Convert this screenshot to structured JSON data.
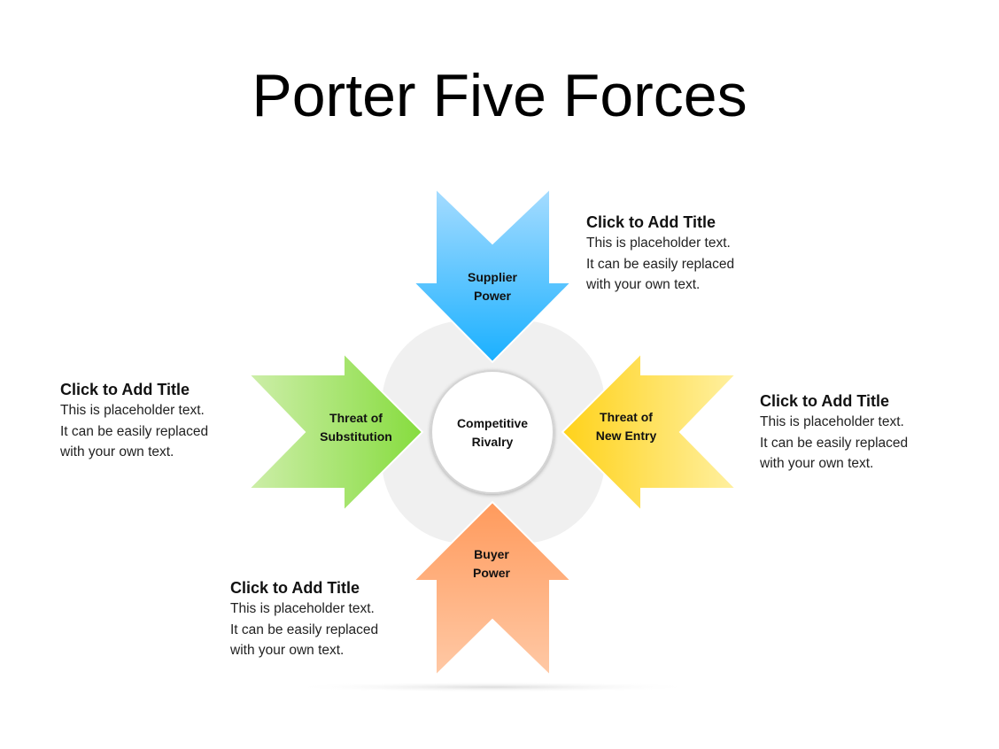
{
  "title": "Porter Five Forces",
  "hub": {
    "line1": "Competitive",
    "line2": "Rivalry"
  },
  "forces": {
    "supplier": {
      "line1": "Supplier",
      "line2": "Power",
      "color": "#1ab0ff"
    },
    "substitution": {
      "line1": "Threat of",
      "line2": "Substitution",
      "color": "#8edc4a"
    },
    "new_entry": {
      "line1": "Threat of",
      "line2": "New Entry",
      "color": "#ffd21a"
    },
    "buyer": {
      "line1": "Buyer",
      "line2": "Power",
      "color": "#ff9e66"
    }
  },
  "notes": {
    "top_right": {
      "title": "Click to Add Title",
      "line1": "This is placeholder text.",
      "line2": "It can be easily replaced",
      "line3": "with your own text."
    },
    "left": {
      "title": "Click to Add Title",
      "line1": "This is placeholder text.",
      "line2": "It can be easily replaced",
      "line3": "with your own text."
    },
    "right": {
      "title": "Click to Add Title",
      "line1": "This is placeholder text.",
      "line2": "It can be easily replaced",
      "line3": "with your own text."
    },
    "bottom_left": {
      "title": "Click to Add Title",
      "line1": "This is placeholder text.",
      "line2": "It can be easily replaced",
      "line3": "with your own text."
    }
  }
}
